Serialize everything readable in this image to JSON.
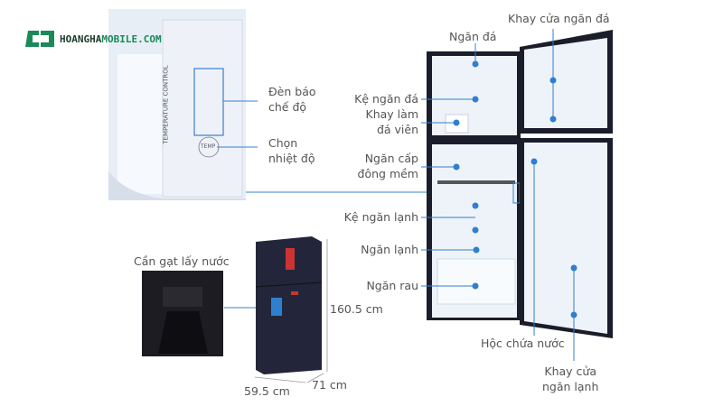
{
  "brand": {
    "name_part1": "HOANGHA",
    "name_part2": "MOBILE.COM",
    "color": "#1a8a5a"
  },
  "accent_color": "#2f7fd0",
  "control_panel": {
    "title": "TEMPERATURE CONTROL",
    "button": "TEMP"
  },
  "labels": {
    "indicator": [
      "Đèn báo",
      "chế độ"
    ],
    "temp_select": [
      "Chọn",
      "nhiệt độ"
    ],
    "dispenser_lever": "Cần gạt lấy nước",
    "freezer": "Ngăn đá",
    "freezer_door_tray": "Khay cửa ngăn đá",
    "freezer_shelf": "Kệ ngăn đá",
    "ice_tray": [
      "Khay làm",
      "đá viên"
    ],
    "soft_freeze": [
      "Ngăn cấp",
      "đông mềm"
    ],
    "fridge_shelf": "Kệ ngăn lạnh",
    "fridge": "Ngăn lạnh",
    "vegetable": "Ngăn rau",
    "water_tank": "Hộc chứa nước",
    "fridge_door_tray": [
      "Khay cửa",
      "ngăn lạnh"
    ]
  },
  "dimensions": {
    "height": "160.5 cm",
    "width": "59.5 cm",
    "depth": "71 cm"
  }
}
